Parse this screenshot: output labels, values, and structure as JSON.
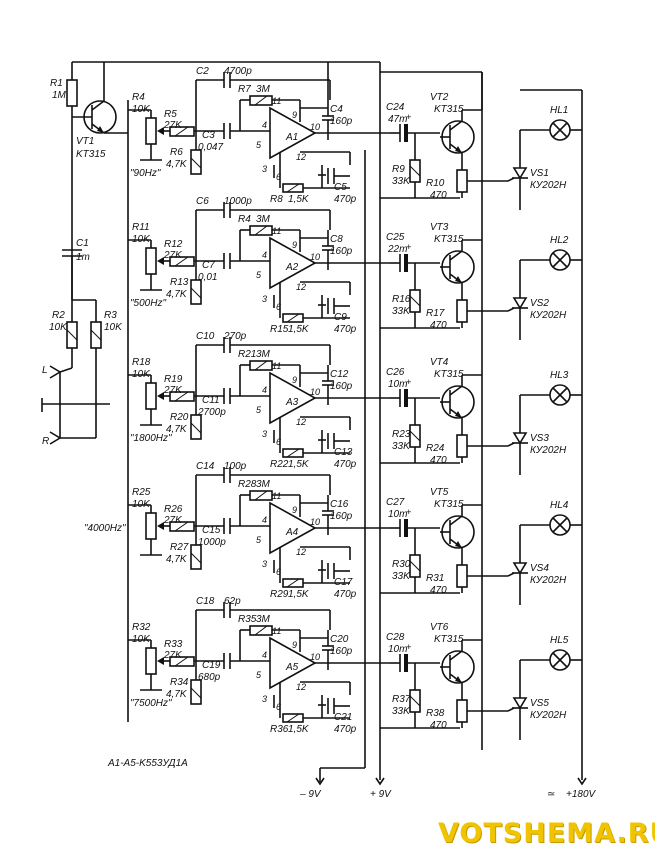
{
  "top": {
    "r1": [
      "R1",
      "1M"
    ],
    "vt1": [
      "VT1",
      "KT315"
    ],
    "c1": [
      "C1",
      "1m"
    ],
    "r2": [
      "R2",
      "10K"
    ],
    "r3": [
      "R3",
      "10K"
    ],
    "inputs": [
      "L",
      "R"
    ],
    "footer": "A1-A5-K553УД1A",
    "neg_rail": "– 9V",
    "pos_rail": "+ 9V",
    "hv_rail": "+180V",
    "watermark": "VOTSHEMA.RU"
  },
  "stages": [
    {
      "freq": "\"90Hz\"",
      "rpot": [
        "R4",
        "10K"
      ],
      "rin": [
        "R5",
        "27K"
      ],
      "rgnd": [
        "R6",
        "4,7K"
      ],
      "cin": [
        "C3",
        "0,047"
      ],
      "ctop": [
        "C2",
        "4700p"
      ],
      "rfb": [
        "R7",
        "3M"
      ],
      "cfb": [
        "C4",
        "160p"
      ],
      "op": "A1",
      "rlow": [
        "R8",
        "1,5K"
      ],
      "clow": [
        "C5",
        "470p"
      ],
      "cout": [
        "C24",
        "47m"
      ],
      "rbase": [
        "R9",
        "33K"
      ],
      "vt": [
        "VT2",
        "KT315"
      ],
      "remit": [
        "R10",
        "470"
      ],
      "vs": [
        "VS1",
        "КУ202Н"
      ],
      "hl": "HL1"
    },
    {
      "freq": "\"500Hz\"",
      "rpot": [
        "R11",
        "10K"
      ],
      "rin": [
        "R12",
        "27K"
      ],
      "rgnd": [
        "R13",
        "4,7K"
      ],
      "cin": [
        "C7",
        "0,01"
      ],
      "ctop": [
        "C6",
        "1000p"
      ],
      "rfb": [
        "R4",
        "3M"
      ],
      "cfb": [
        "C8",
        "160p"
      ],
      "op": "A2",
      "rlow": [
        "R15",
        "1,5K"
      ],
      "clow": [
        "C9",
        "470p"
      ],
      "cout": [
        "C25",
        "22m"
      ],
      "rbase": [
        "R16",
        "33K"
      ],
      "vt": [
        "VT3",
        "KT315"
      ],
      "remit": [
        "R17",
        "470"
      ],
      "vs": [
        "VS2",
        "КУ202Н"
      ],
      "hl": "HL2"
    },
    {
      "freq": "\"1800Hz\"",
      "rpot": [
        "R18",
        "10K"
      ],
      "rin": [
        "R19",
        "27K"
      ],
      "rgnd": [
        "R20",
        "4,7K"
      ],
      "cin": [
        "C11",
        "2700p"
      ],
      "ctop": [
        "C10",
        "270p"
      ],
      "rfb": [
        "R21",
        "3M"
      ],
      "cfb": [
        "C12",
        "160p"
      ],
      "op": "A3",
      "rlow": [
        "R22",
        "1,5K"
      ],
      "clow": [
        "C13",
        "470p"
      ],
      "cout": [
        "C26",
        "10m"
      ],
      "rbase": [
        "R23",
        "33K"
      ],
      "vt": [
        "VT4",
        "KT315"
      ],
      "remit": [
        "R24",
        "470"
      ],
      "vs": [
        "VS3",
        "КУ202Н"
      ],
      "hl": "HL3"
    },
    {
      "freq": "\"4000Hz\"",
      "rpot": [
        "R25",
        "10K"
      ],
      "rin": [
        "R26",
        "27K"
      ],
      "rgnd": [
        "R27",
        "4,7K"
      ],
      "cin": [
        "C15",
        "1000p"
      ],
      "ctop": [
        "C14",
        "100p"
      ],
      "rfb": [
        "R28",
        "3M"
      ],
      "cfb": [
        "C16",
        "160p"
      ],
      "op": "A4",
      "rlow": [
        "R29",
        "1,5K"
      ],
      "clow": [
        "C17",
        "470p"
      ],
      "cout": [
        "C27",
        "10m"
      ],
      "rbase": [
        "R30",
        "33K"
      ],
      "vt": [
        "VT5",
        "KT315"
      ],
      "remit": [
        "R31",
        "470"
      ],
      "vs": [
        "VS4",
        "КУ202Н"
      ],
      "hl": "HL4"
    },
    {
      "freq": "\"7500Hz\"",
      "rpot": [
        "R32",
        "10K"
      ],
      "rin": [
        "R33",
        "27K"
      ],
      "rgnd": [
        "R34",
        "4,7K"
      ],
      "cin": [
        "C19",
        "680p"
      ],
      "ctop": [
        "C18",
        "62p"
      ],
      "rfb": [
        "R35",
        "3M"
      ],
      "cfb": [
        "C20",
        "160p"
      ],
      "op": "A5",
      "rlow": [
        "R36",
        "1,5K"
      ],
      "clow": [
        "C21",
        "470p"
      ],
      "cout": [
        "C28",
        "10m"
      ],
      "rbase": [
        "R37",
        "33K"
      ],
      "vt": [
        "VT6",
        "KT315"
      ],
      "remit": [
        "R38",
        "470"
      ],
      "vs": [
        "VS5",
        "КУ202Н"
      ],
      "hl": "HL5"
    }
  ],
  "pins": [
    "11",
    "9",
    "10",
    "12",
    "4",
    "5",
    "3",
    "6"
  ]
}
